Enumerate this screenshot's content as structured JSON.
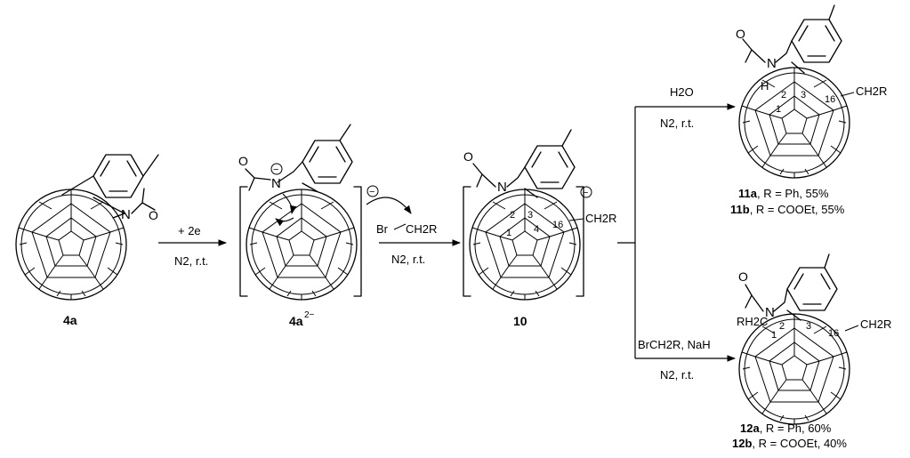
{
  "compounds": {
    "c4a": {
      "label": "4a"
    },
    "c4a2": {
      "label": "4a",
      "charge": "2−"
    },
    "c10": {
      "label": "10"
    },
    "c11": {
      "line_a": {
        "bold": "11a",
        "rest": ", R = Ph, 55%"
      },
      "line_b": {
        "bold": "11b",
        "rest": ", R = COOEt, 55%"
      }
    },
    "c12": {
      "line_a": {
        "bold": "12a",
        "rest": ", R = Ph, 60%"
      },
      "line_b": {
        "bold": "12b",
        "rest": ", R = COOEt, 40%"
      }
    }
  },
  "arrows": {
    "step1": {
      "above": "+ 2e",
      "below": "N2, r.t."
    },
    "step2": {
      "reagent_br": "Br",
      "reagent_ch2r": "CH2R",
      "below": "N2, r.t."
    },
    "step3a": {
      "above": "H2O",
      "below": "N2, r.t."
    },
    "step3b": {
      "above": "BrCH2R, NaH",
      "below": "N2, r.t."
    }
  },
  "atoms": {
    "nitrogen": "N",
    "hydrogen": "H",
    "oxygen": "O",
    "ch2r": "CH2R",
    "rh2c": "RH2C",
    "minus": "−",
    "n1": "1",
    "n2": "2",
    "n3": "3",
    "n4": "4",
    "n16": "16"
  }
}
